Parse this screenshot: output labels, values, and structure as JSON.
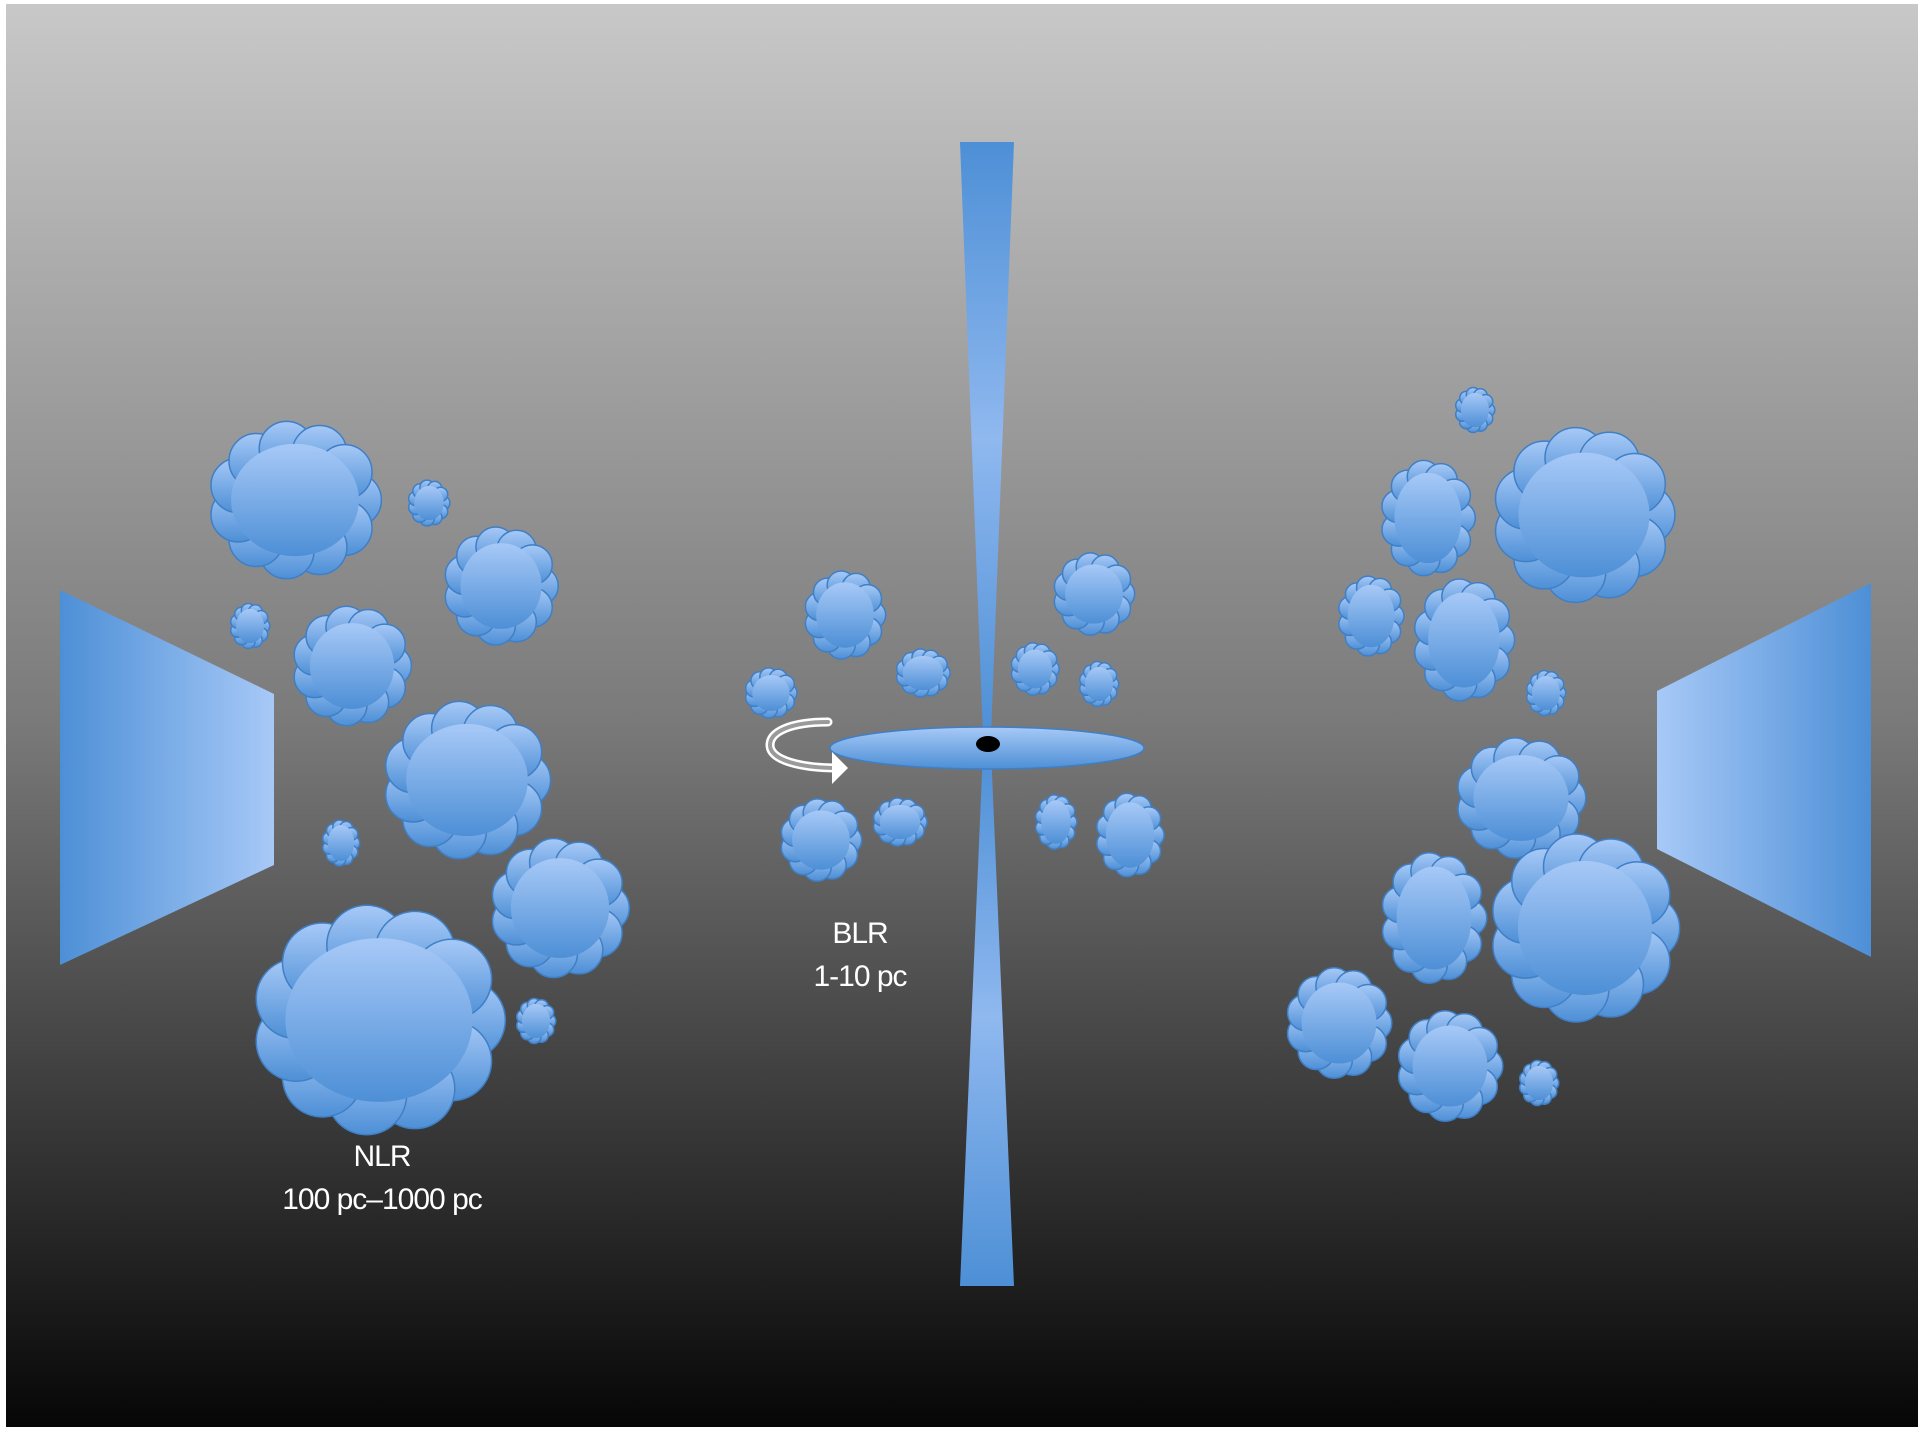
{
  "labels": {
    "nlr_name": "NLR",
    "nlr_scale": "100 pc–1000 pc",
    "blr_name": "BLR",
    "blr_scale": "1-10 pc"
  },
  "colors": {
    "background_top": "#c8c8c8",
    "background_bottom": "#050505",
    "cloud_light": "#a7c9f7",
    "cloud_dark": "#4d8fd6",
    "cloud_stroke": "#3f7fc6",
    "jet": "#4d8fd6",
    "black_hole": "#000000",
    "arrow": "#ffffff",
    "label_text": "#ffffff"
  },
  "icons": {
    "rotation_arrow": "curved-arrow-icon",
    "black_hole": "black-hole-dot"
  }
}
